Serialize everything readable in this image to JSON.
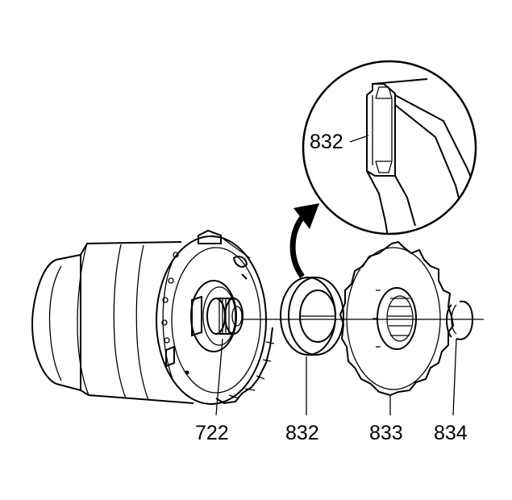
{
  "callouts": {
    "detail_ref": "832",
    "part_722": "722",
    "part_832": "832",
    "part_833": "833",
    "part_834": "834"
  }
}
